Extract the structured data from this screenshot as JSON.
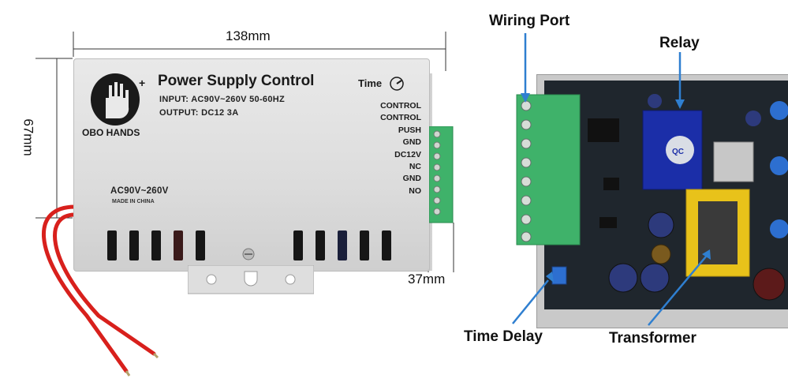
{
  "dimensions": {
    "width": "138mm",
    "height": "67mm",
    "depth": "37mm"
  },
  "device": {
    "brand": "OBO HANDS",
    "title": "Power Supply Control",
    "input_spec": "INPUT: AC90V~260V 50-60HZ",
    "output_spec": "OUTPUT: DC12 3A",
    "time_label": "Time",
    "ac_label": "AC90V~260V",
    "made_in": "MADE IN CHINA",
    "terminals": [
      "CONTROL",
      "CONTROL",
      "PUSH",
      "GND",
      "DC12V",
      "NC",
      "GND",
      "NO"
    ]
  },
  "callouts": {
    "wiring_port": "Wiring Port",
    "relay": "Relay",
    "time_delay": "Time Delay",
    "transformer": "Transformer"
  },
  "colors": {
    "terminal_green": "#3fb26a",
    "callout_arrow": "#2f7fd0",
    "wire_red": "#d8201c"
  }
}
